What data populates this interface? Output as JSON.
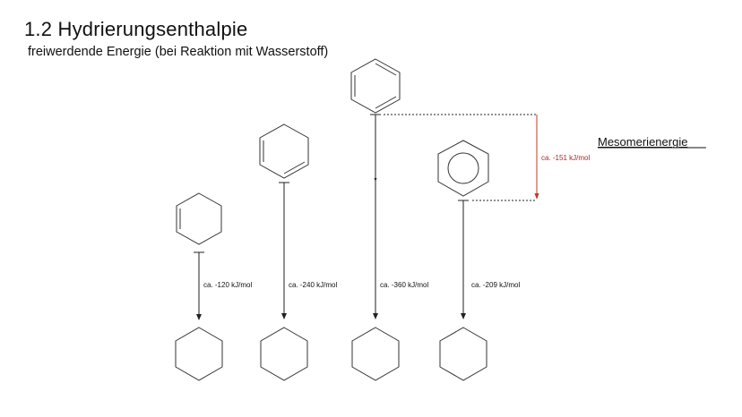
{
  "slide": {
    "title": "1.2 Hydrierungsenthalpie",
    "subtitle": "freiwerdende Energie (bei Reaktion mit Wasserstoff)"
  },
  "reactions": [
    {
      "reactant": "cyclohexene",
      "product": "cyclohexane",
      "energy_label": "ca. -120 kJ/mol"
    },
    {
      "reactant": "cyclohexadiene",
      "product": "cyclohexane",
      "energy_label": "ca. -240 kJ/mol"
    },
    {
      "reactant": "cyclohexatriene (Kekulé)",
      "product": "cyclohexane",
      "energy_label": "ca. -360 kJ/mol"
    },
    {
      "reactant": "benzene (aromatic)",
      "product": "cyclohexane",
      "energy_label": "ca. -209 kJ/mol"
    }
  ],
  "mesomerie": {
    "label": "Mesomerienergie",
    "energy_label": "ca. -151 kJ/mol",
    "color": "#c0392b"
  },
  "colors": {
    "line": "#222222",
    "accent": "#c0392b"
  }
}
